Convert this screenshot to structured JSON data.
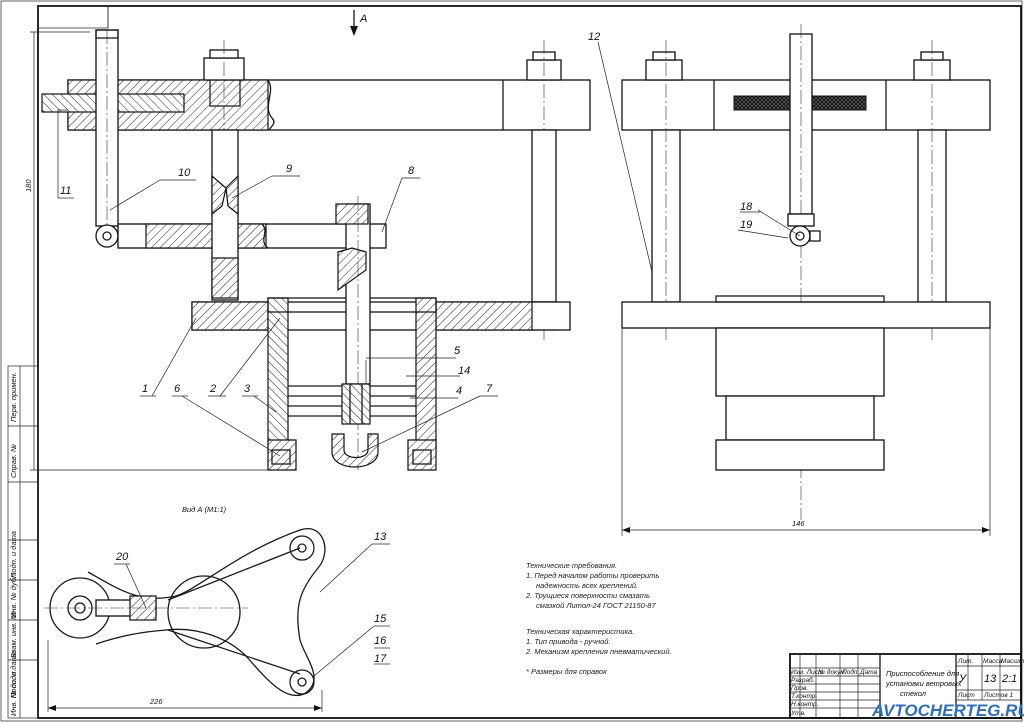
{
  "view_marker": "A",
  "view_title": "Вид А (М1:1)",
  "dims": {
    "height": "180",
    "width_top": "146",
    "width_bottom": "226"
  },
  "callouts": [
    "1",
    "2",
    "3",
    "4",
    "5",
    "6",
    "7",
    "8",
    "9",
    "10",
    "11",
    "12",
    "13",
    "14",
    "15",
    "16",
    "17",
    "18",
    "19",
    "20"
  ],
  "tech_requirements": {
    "title": "Технические требования.",
    "lines": [
      "1. Перед началом работы проверить",
      "надежность всех креплений.",
      "2. Трущиеся поверхности смазать",
      "смазкой Литол-24 ГОСТ 21150-87"
    ]
  },
  "tech_specs": {
    "title": "Техническая характеристика.",
    "lines": [
      "1. Тип привода - ручной.",
      "2. Механизм крепления пневматический."
    ]
  },
  "footnote": "* Размеры для справок",
  "title_block": {
    "name_lines": [
      "Приспособление для",
      "установки ветровых",
      "стекол"
    ],
    "header_cells": [
      "Лит.",
      "Масса",
      "Масштаб"
    ],
    "value_cells": [
      "У",
      "13",
      "2:1"
    ],
    "sheet_cells": [
      "Лист",
      "Листов 1"
    ],
    "row_labels": [
      "Изм. Лист",
      "Разраб.",
      "Пров.",
      "Т.контр.",
      "Н.контр.",
      "Утв."
    ],
    "signature_cols": [
      "№ докум.",
      "Подп.",
      "Дата"
    ]
  },
  "left_strip": [
    "Перв. примен.",
    "Справ. №",
    "Подп. и дата",
    "Инв. № дубл.",
    "Взам. инв. №",
    "Подп. и дата",
    "Инв. № подл."
  ],
  "watermark": "AVTOCHERTEG.RU"
}
